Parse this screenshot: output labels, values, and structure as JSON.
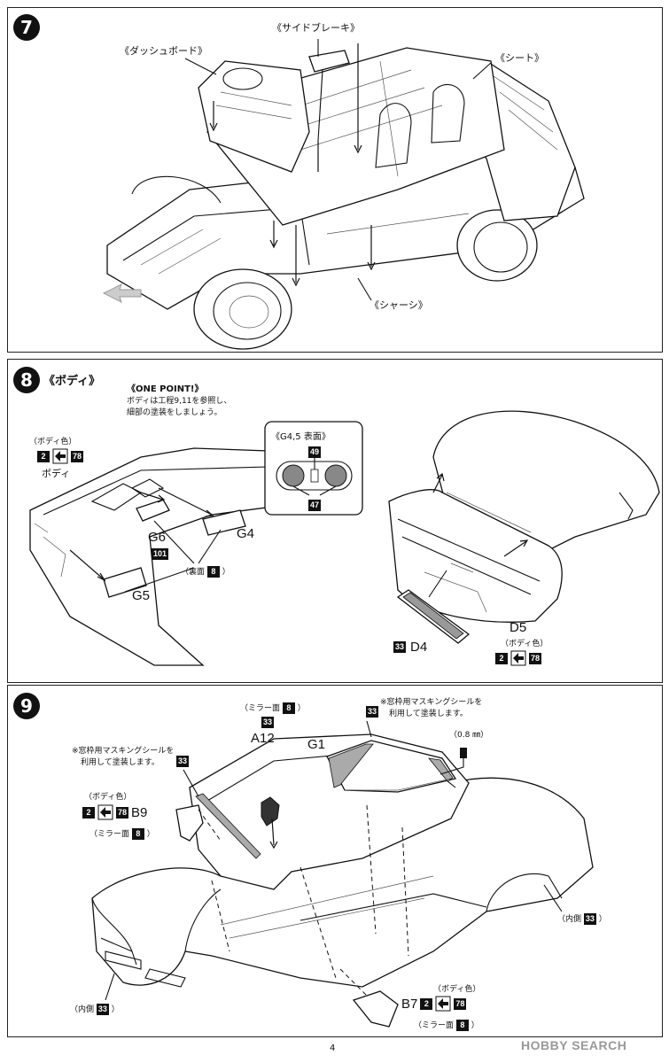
{
  "page_number": "4",
  "watermark": "HOBBY SEARCH",
  "step7": {
    "number": "7",
    "labels": {
      "side_brake": "《サイドブレーキ》",
      "dashboard": "《ダッシュボード》",
      "seat": "《シート》",
      "chassis": "《シャーシ》"
    }
  },
  "step8": {
    "number": "8",
    "title": "《ボディ》",
    "one_point_title": "《ONE POINT!》",
    "one_point_line1": "ボディは工程9,11を参照し、",
    "one_point_line2": "細部の塗装をしましょう。",
    "body_color_label": "（ボディ色）",
    "body_label": "ボディ",
    "mix_a": "2",
    "mix_b": "78",
    "g6_label": "G6",
    "g6_color": "101",
    "g4_label": "G4",
    "g5_label": "G5",
    "reverse_label": "（裏面",
    "reverse_close": "）",
    "reverse_color": "8",
    "inset_title": "《G4,5 表面》",
    "inset_top_color": "49",
    "inset_bottom_color": "47",
    "d4_color": "33",
    "d4_label": "D4",
    "d5_label": "D5",
    "d5_body_color_label": "（ボディ色）",
    "d5_mix_a": "2",
    "d5_mix_b": "78"
  },
  "step9": {
    "number": "9",
    "mirror_label_a12": "（ミラー面",
    "mirror_close": "）",
    "mirror_color": "8",
    "a12_color": "33",
    "a12_label": "A12",
    "g1_label": "G1",
    "mask_note_right_1": "※窓枠用マスキングシールを",
    "mask_note_right_2": "利用して塗装します。",
    "g1_color": "33",
    "drill_label": "（0.8 ㎜）",
    "mask_note_left_1": "※窓枠用マスキングシールを",
    "mask_note_left_2": "利用して塗装します。",
    "left_mask_color": "33",
    "b9_body_color_label": "（ボディ色）",
    "b9_mix_a": "2",
    "b9_mix_b": "78",
    "b9_label": "B9",
    "b9_mirror_label": "（ミラー面",
    "b9_mirror_color": "8",
    "inner_right_label": "（内側",
    "inner_right_color": "33",
    "inner_left_label": "（内側",
    "inner_left_color": "33",
    "b7_body_color_label": "（ボディ色）",
    "b7_label": "B7",
    "b7_mix_a": "2",
    "b7_mix_b": "78",
    "b7_mirror_label": "（ミラー面",
    "b7_mirror_color": "8"
  }
}
